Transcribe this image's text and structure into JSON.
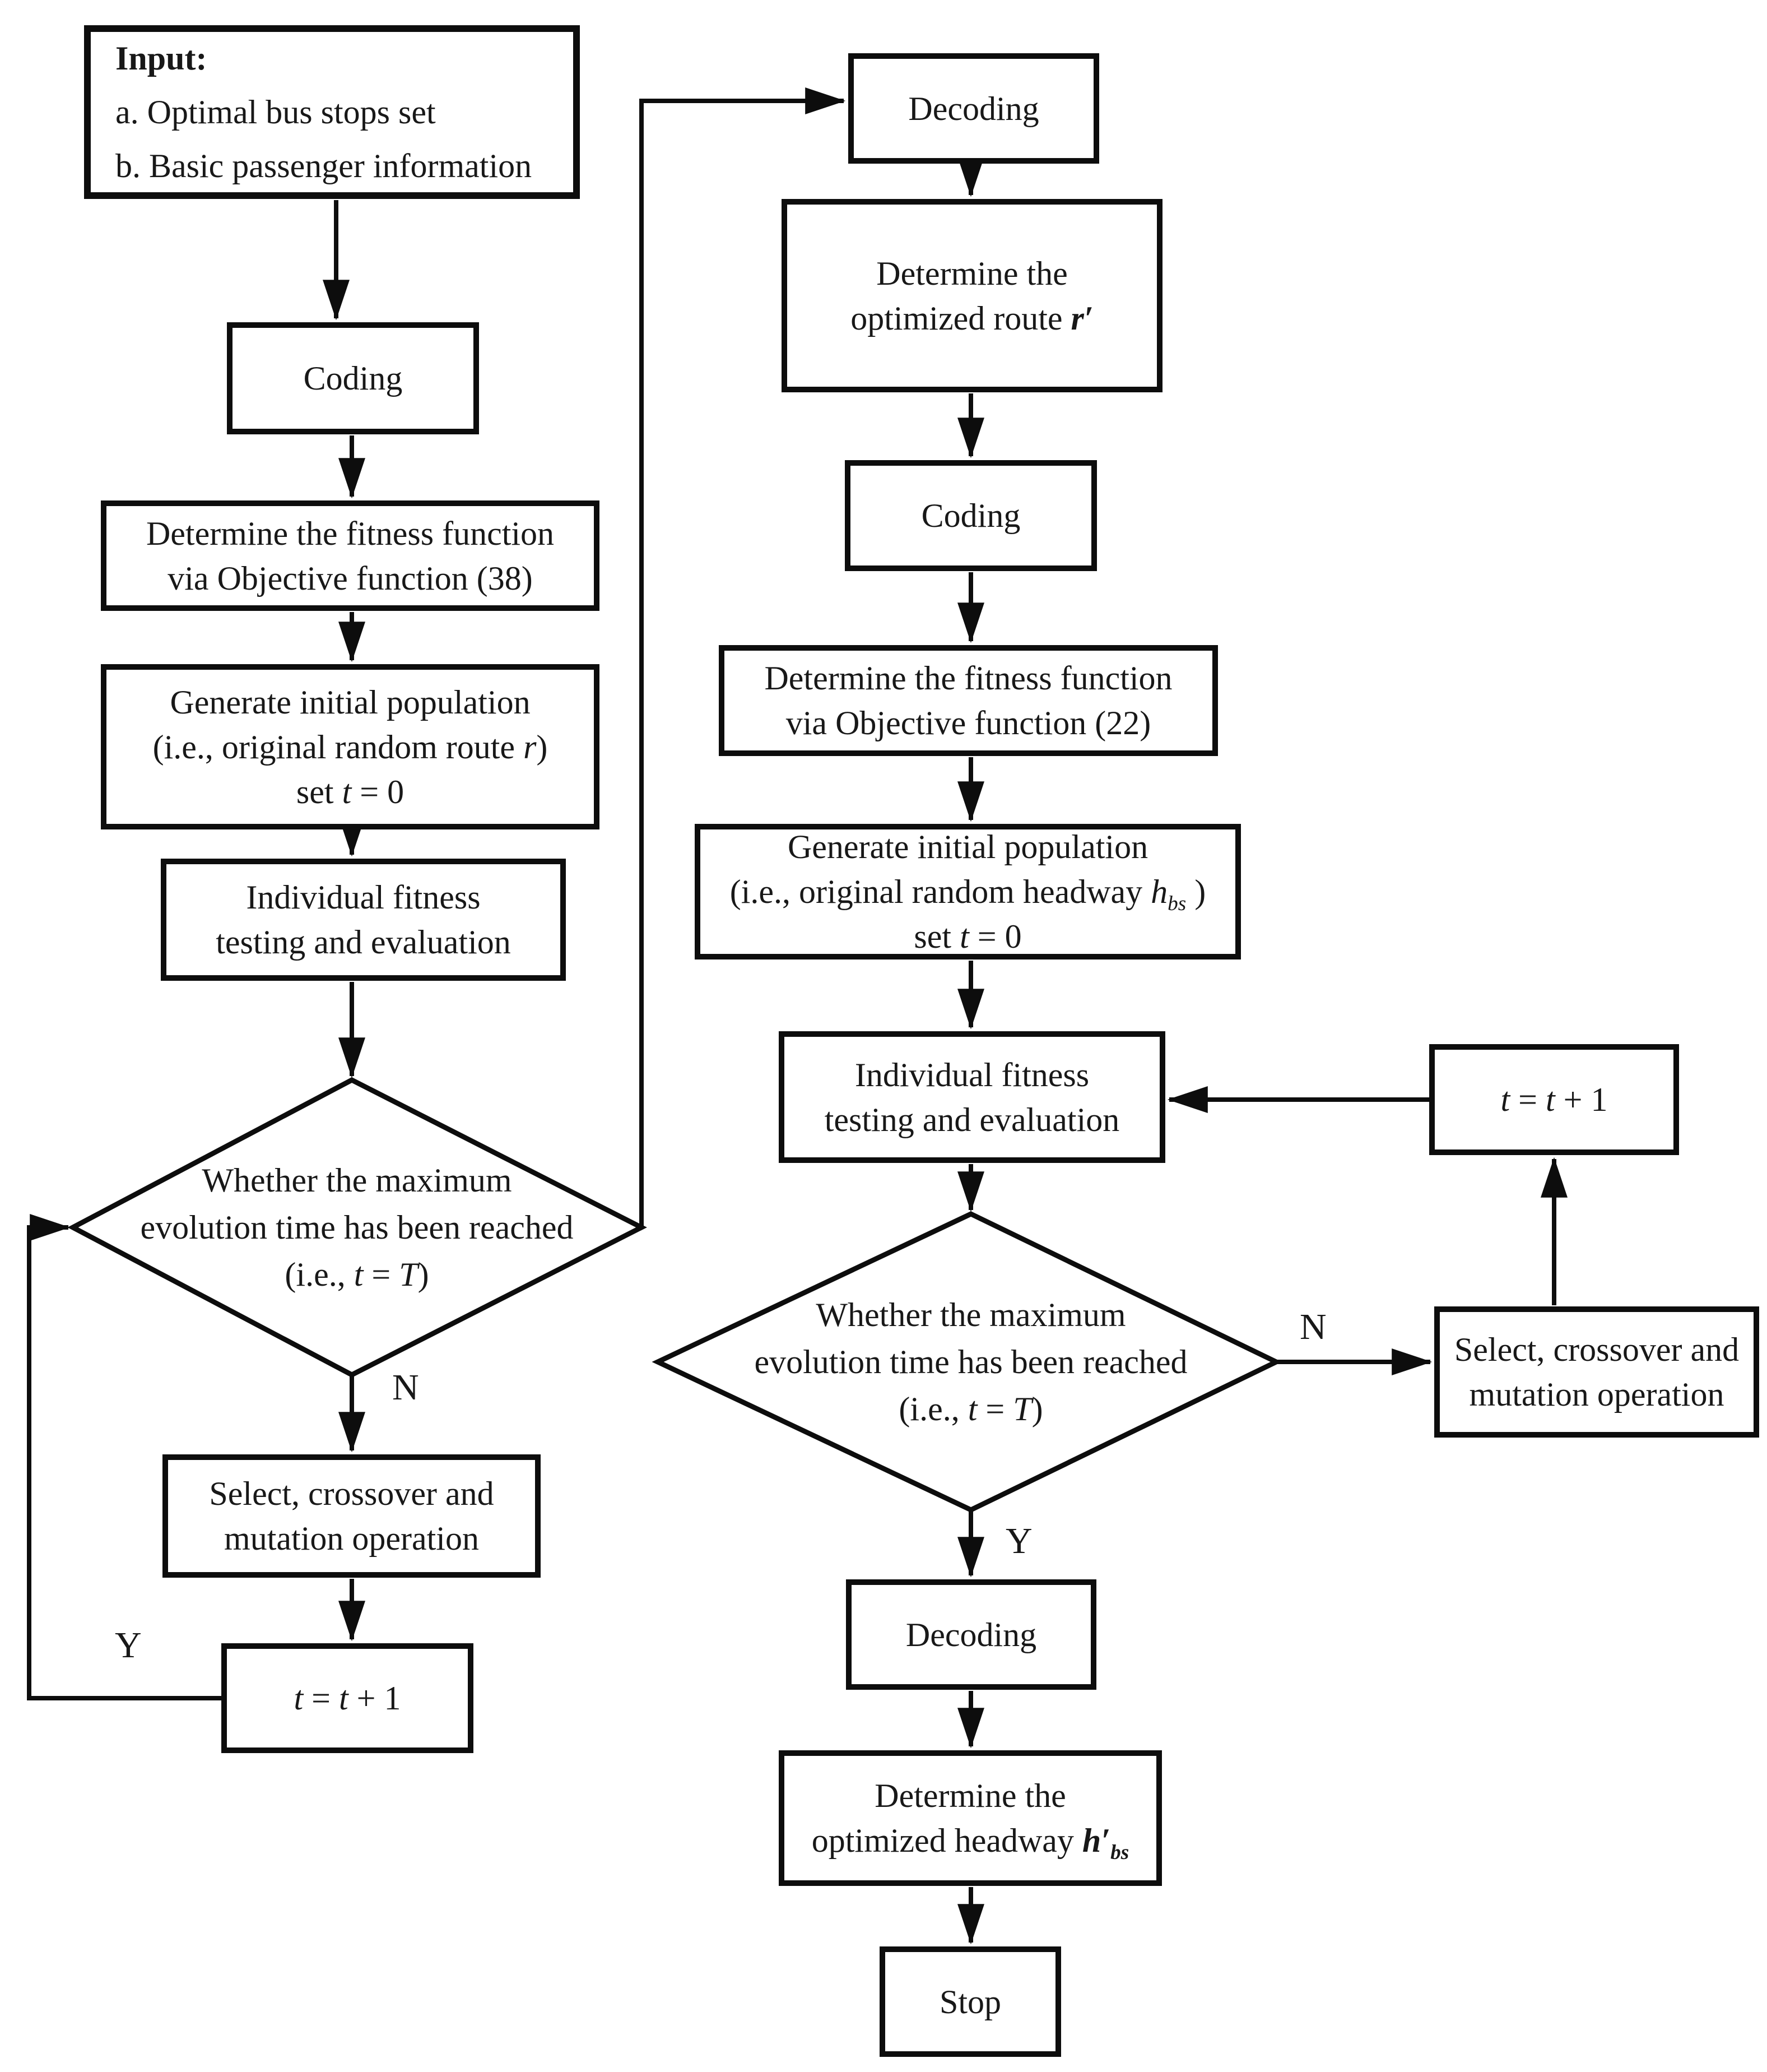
{
  "diagram": {
    "background": "#ffffff",
    "line_color": "#0d0d0d",
    "labels": {
      "yes": "Y",
      "no": "N"
    },
    "left": {
      "input": {
        "title": "Input:",
        "item_a": "a. Optimal bus stops set",
        "item_b": "b. Basic passenger information"
      },
      "coding": "Coding",
      "fitness": {
        "line1": "Determine the fitness function",
        "line2": "via Objective function (38)"
      },
      "generate": {
        "line1": "Generate initial population",
        "line2_pre": "(i.e., original random route ",
        "line2_var": "r",
        "line2_post": ")",
        "line3_pre": "set ",
        "line3_var": "t",
        "line3_post": " = 0"
      },
      "individual": {
        "line1": "Individual fitness",
        "line2": "testing and evaluation"
      },
      "decision": {
        "line1": "Whether the maximum",
        "line2": "evolution time has been reached",
        "line3_pre": "(i.e., ",
        "line3_var1": "t",
        "line3_mid": " = ",
        "line3_var2": "T",
        "line3_post": ")"
      },
      "select": {
        "line1": "Select, crossover and",
        "line2": "mutation operation"
      },
      "increment": {
        "var1": "t",
        "mid": " = ",
        "var2": "t",
        "post": " + 1"
      }
    },
    "right": {
      "decoding_top": "Decoding",
      "route": {
        "line1": "Determine the",
        "line2_pre": "optimized route ",
        "line2_var": "r",
        "line2_prime": "′"
      },
      "coding": "Coding",
      "fitness": {
        "line1": "Determine the fitness function",
        "line2": "via Objective function (22)"
      },
      "generate": {
        "line1": "Generate initial population",
        "line2_pre": "(i.e., original random headway ",
        "line2_var": "h",
        "line2_sub": "bs",
        "line2_post": " )",
        "line3_pre": "set ",
        "line3_var": "t",
        "line3_post": " = 0"
      },
      "individual": {
        "line1": "Individual fitness",
        "line2": "testing and evaluation"
      },
      "decision": {
        "line1": "Whether the maximum",
        "line2": "evolution time has been reached",
        "line3_pre": "(i.e., ",
        "line3_var1": "t",
        "line3_mid": " = ",
        "line3_var2": "T",
        "line3_post": ")"
      },
      "select": {
        "line1": "Select, crossover and",
        "line2": "mutation operation"
      },
      "increment": {
        "var1": "t",
        "mid": " = ",
        "var2": "t",
        "post": " + 1"
      },
      "decoding_bottom": "Decoding",
      "headway": {
        "line1": "Determine the",
        "line2_pre": "optimized headway ",
        "line2_var": "h",
        "line2_prime": "′",
        "line2_sub": "bs"
      },
      "stop": "Stop"
    }
  }
}
